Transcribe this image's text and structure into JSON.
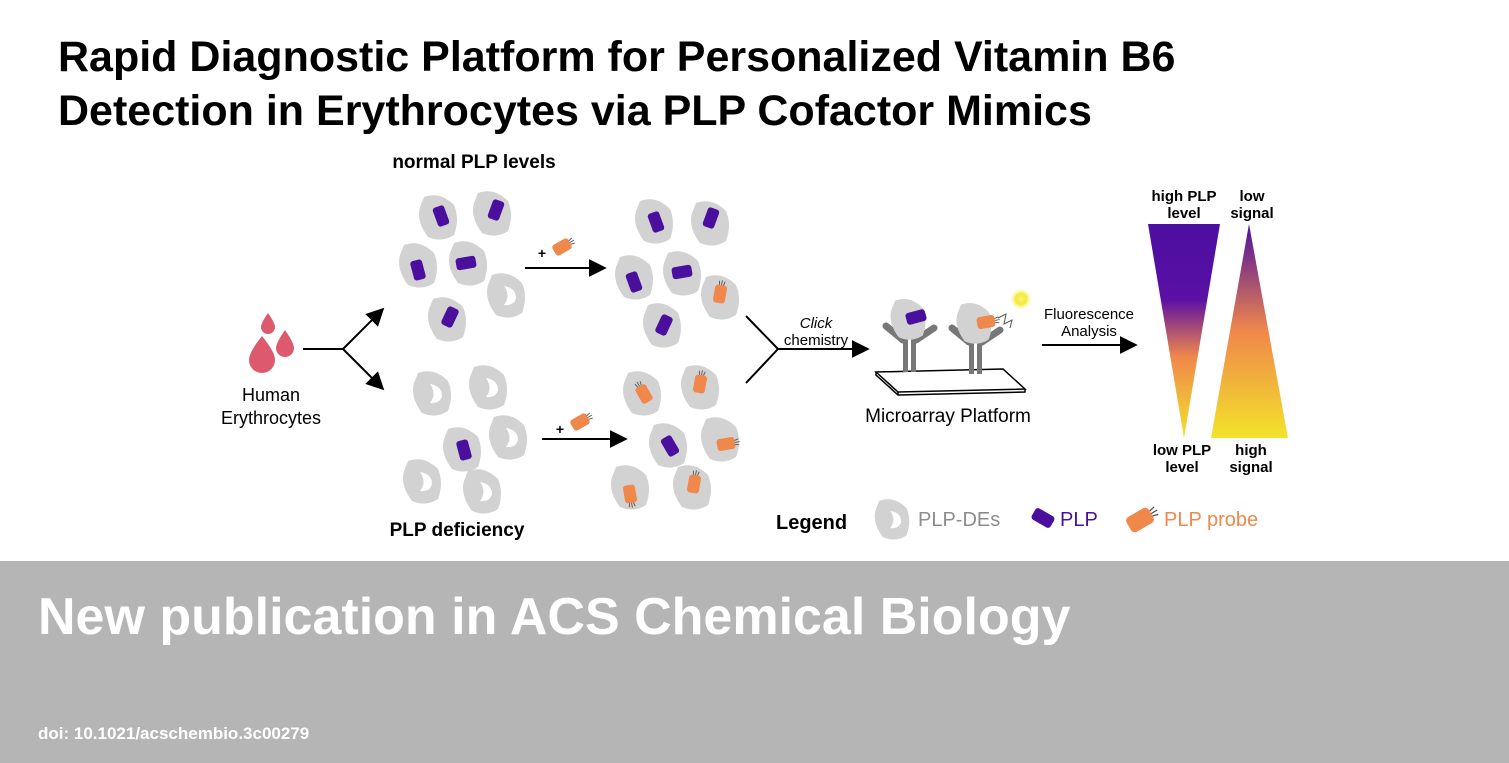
{
  "title": {
    "line1": "Rapid Diagnostic Platform for Personalized Vitamin B6",
    "line2": "Detection in Erythrocytes via PLP Cofactor Mimics"
  },
  "diagram": {
    "input_label_1": "Human",
    "input_label_2": "Erythrocytes",
    "normal_label": "normal PLP levels",
    "deficiency_label": "PLP deficiency",
    "plus_sign": "+",
    "click_italic": "Click",
    "click_chem": "chemistry",
    "platform_label": "Microarray Platform",
    "fluor_1": "Fluorescence",
    "fluor_2": "Analysis",
    "high_plp_1": "high PLP",
    "high_plp_2": "level",
    "low_signal_1": "low",
    "low_signal_2": "signal",
    "low_plp_1": "low PLP",
    "low_plp_2": "level",
    "high_signal_1": "high",
    "high_signal_2": "signal"
  },
  "legend": {
    "title": "Legend",
    "item_enzyme": "PLP-DEs",
    "item_plp": "PLP",
    "item_probe": "PLP probe"
  },
  "colors": {
    "plp": "#4b0f9e",
    "probe": "#f0874b",
    "enzyme": "#d2d2d2",
    "blood": "#dd5a6e",
    "footer": "#b5b5b5"
  },
  "footer": {
    "publication": "New publication in ACS Chemical Biology",
    "doi": "doi: 10.1021/acschembio.3c00279"
  }
}
